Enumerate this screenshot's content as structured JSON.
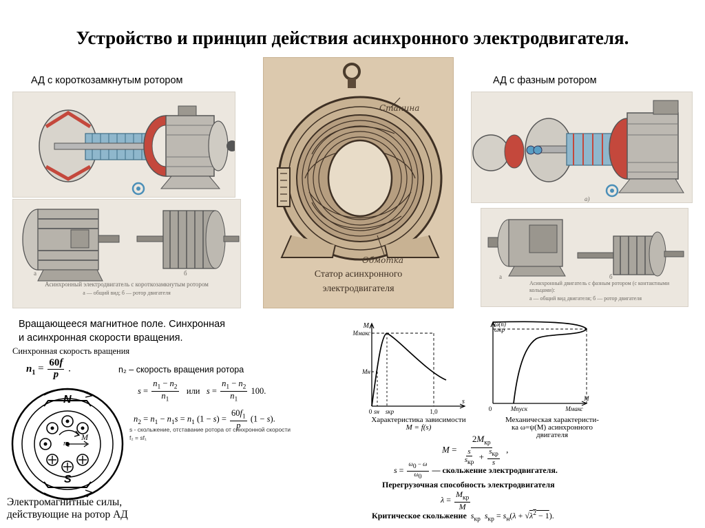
{
  "title": "Устройство и принцип действия асинхронного электродвигателя.",
  "left_section": {
    "label": "АД с короткозамкнутым ротором",
    "photo2_caption_line1": "Асинхронный электродвигатель с короткозамкнутым ротором",
    "photo2_caption_line2": "а — общий вид; б — ротор двигателя",
    "photo2_marks": [
      "а",
      "б"
    ]
  },
  "center_section": {
    "label_stanina": "Станина",
    "label_obmotka": "Обмотка",
    "caption_line1": "Статор асинхронного",
    "caption_line2": "электродвигателя"
  },
  "right_section": {
    "label": "АД с фазным ротором",
    "photo1_mark": "а)",
    "photo2_caption_line1": "Асинхронный двигатель с фазным ротором (с контактными кольцами):",
    "photo2_caption_line2": "а — общий вид двигателя; б — ротор двигателя",
    "photo2_marks": [
      "а",
      "б"
    ]
  },
  "rotating_field": {
    "heading_line1": "Вращающееся магнитное поле. Синхронная",
    "heading_line2": "и асинхронная скорости вращения.",
    "sync_speed_label": "Синхронная скорость вращения",
    "n2_note": "n₂ – скорость вращения ротора",
    "or_word": "или",
    "slip_note": "s - скольжение, отставание ротора от синхронной скорости",
    "f2_note": "f₂ = sf₁",
    "forces_line1": "Электромагнитные силы,",
    "forces_line2": "действующие на ротор АД",
    "diagram_labels": {
      "north": "N",
      "south": "S",
      "rotor": "n₂",
      "moment": "M"
    }
  },
  "chart1": {
    "ytitle": "M",
    "xtitle": "s",
    "y_ticks": [
      "Mмакс",
      "Mн"
    ],
    "x_ticks": [
      "0",
      "sн",
      "sкр",
      "1,0"
    ],
    "caption_line1": "Характеристика зависимости",
    "caption_line2": "M = f(s)"
  },
  "chart2": {
    "ytitle": "ω(n)",
    "y_tick": "ωкр",
    "xtitle": "M",
    "x_ticks": [
      "0",
      "Mпуск",
      "Mмакс"
    ],
    "caption_line1": "Механическая характеристи-",
    "caption_line2": "ка  ω=ψ(M)  асинхронного",
    "caption_line3": "двигателя"
  },
  "bottom_formulas": {
    "slip_text": "— скольжение электродвигателя.",
    "overload_text": "Перегрузочная способность электродвигателя",
    "critical_text": "Критическое скольжение"
  },
  "colors": {
    "photo_bg": "#ece7df",
    "sepia_bg": "#dcc9ae",
    "accent_red": "#c4483c",
    "accent_blue": "#5a9ec4"
  }
}
